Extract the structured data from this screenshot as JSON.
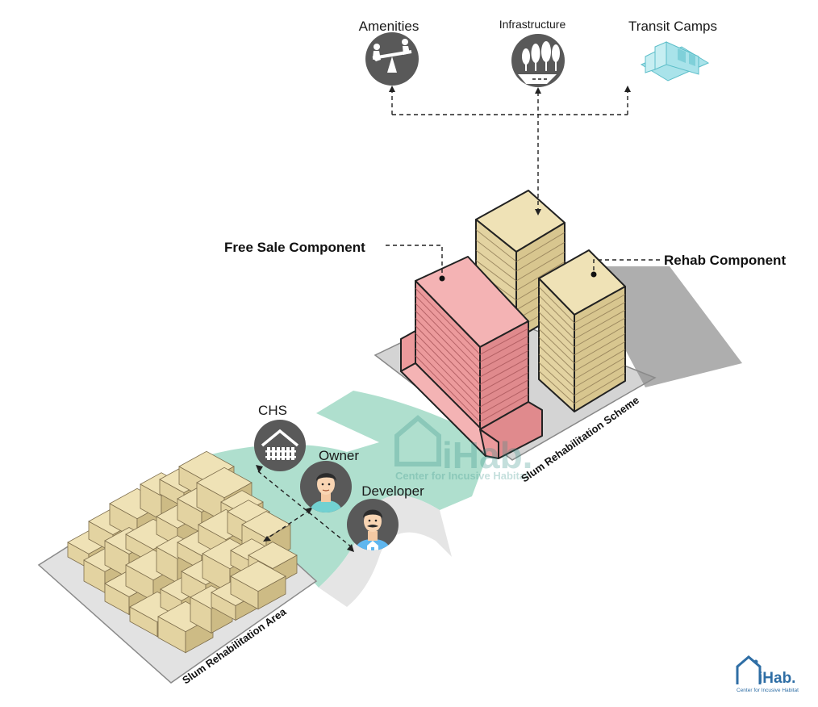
{
  "nodes": {
    "amenities": "Amenities",
    "infrastructure": "Infrastructure",
    "transit_camps": "Transit Camps",
    "free_sale": "Free Sale Component",
    "rehab": "Rehab Component",
    "chs": "CHS",
    "owner": "Owner",
    "developer": "Developer"
  },
  "areas": {
    "slum_area": "Slum Rehabilitation Area",
    "slum_scheme": "Slum Rehabilitation Scheme"
  },
  "logo": {
    "name": "iHab.",
    "tagline": "Center for Incusive Habitat"
  },
  "colors": {
    "icon_circle": "#595959",
    "building_tan": "#e3d3a1",
    "free_sale_pink": "#ec9a9c",
    "teal_flow": "#a6dcc9",
    "plot_gray": "#d9d9d9",
    "transit_cyan": "#a9e3ea",
    "logo_blue": "#2f6ea5"
  },
  "icons": {
    "amenities": "seesaw-icon",
    "infrastructure": "trees-road-icon",
    "transit_camps": "transit-camp-icon",
    "chs": "house-fence-icon",
    "owner": "owner-person-icon",
    "developer": "developer-person-icon"
  }
}
